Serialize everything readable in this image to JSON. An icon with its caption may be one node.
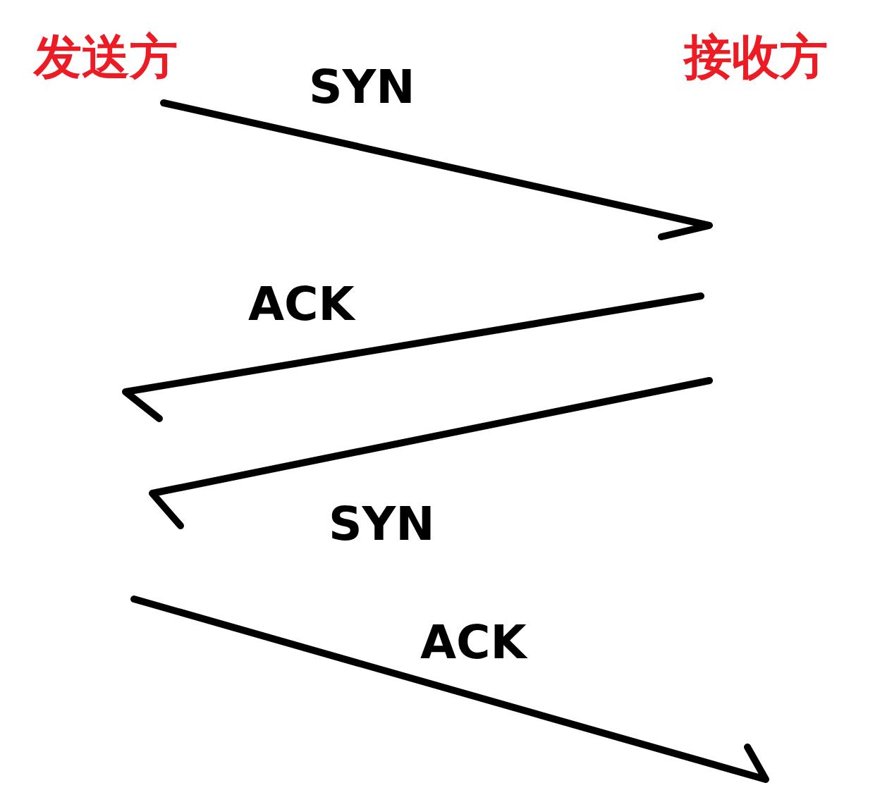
{
  "diagram": {
    "nodes": [
      {
        "text": [
          "发送方"
        ]
      },
      {
        "text": [
          "接收方"
        ]
      }
    ],
    "labels": [
      "SYN",
      "ACK",
      "SYN",
      "ACK"
    ]
  }
}
